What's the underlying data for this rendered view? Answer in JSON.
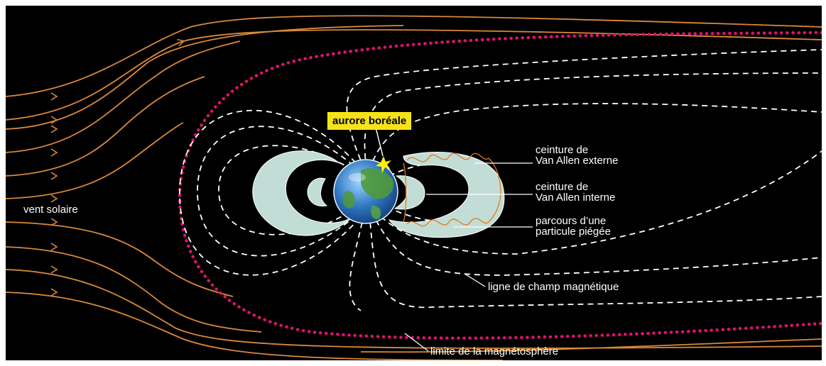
{
  "labels": {
    "aurora": "aurore boréale",
    "outer_belt_1": "ceinture de",
    "outer_belt_2": "Van Allen externe",
    "inner_belt_1": "ceinture de",
    "inner_belt_2": "Van Allen interne",
    "particle_1": "parcours d’une",
    "particle_2": "particule piégée",
    "solar_wind": "vent solaire",
    "field_line": "ligne de champ magnétique",
    "magnetosphere": "limite de la magnétosphère"
  },
  "colors": {
    "background": "#000000",
    "solar_wind_line": "#d9893a",
    "magnetopause_dots": "#e0126e",
    "field_lines": "#ffffff",
    "belts": "#c2ddd6",
    "aurora_label_bg": "#f6e21a",
    "particle_path": "#e07a20"
  },
  "icons": {
    "earth": "earth-globe-icon",
    "aurora": "aurora-star-icon"
  }
}
